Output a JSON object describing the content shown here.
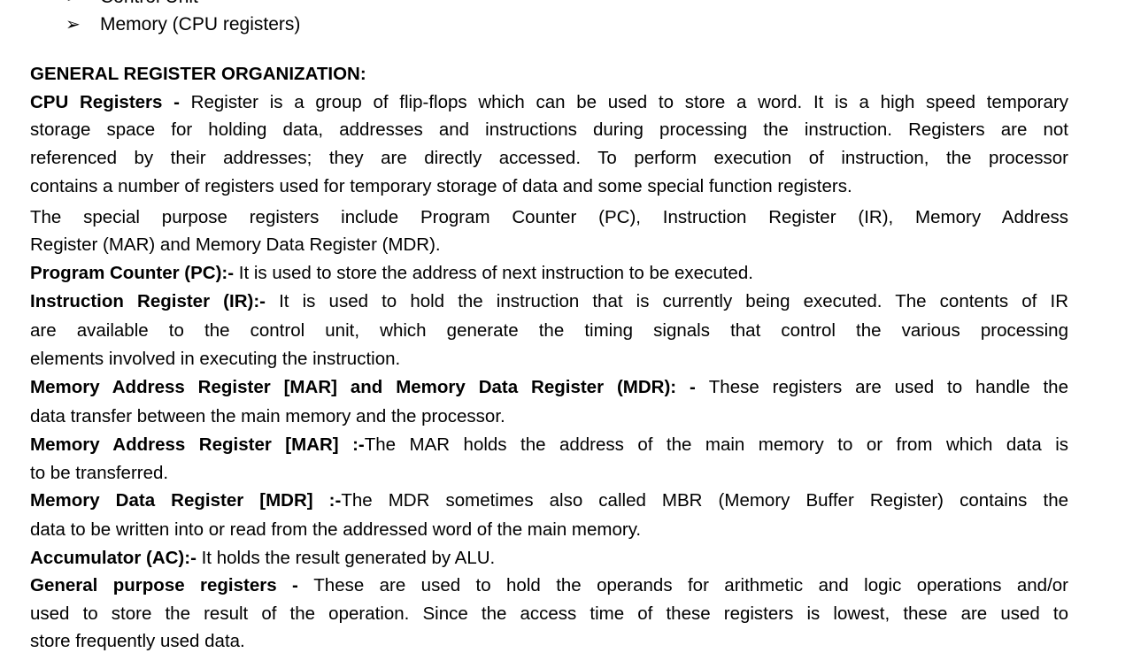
{
  "bullets": [
    {
      "icon": "arrowhead-bullet-icon",
      "text": "Control Unit"
    },
    {
      "icon": "arrowhead-bullet-icon",
      "text": "Memory (CPU registers)"
    }
  ],
  "lines": [
    {
      "b": "GENERAL REGISTER ORGANIZATION:",
      "t": "",
      "j": false
    },
    {
      "b": "CPU Registers - ",
      "t": "Register is a group of flip-flops which can be used to store a word. It is a high speed temporary",
      "j": true
    },
    {
      "b": "",
      "t": "storage space for holding data, addresses and instructions during processing the instruction. Registers are not",
      "j": true
    },
    {
      "b": "",
      "t": "referenced by their addresses; they are directly accessed. To perform execution of instruction, the processor",
      "j": true
    },
    {
      "b": "",
      "t": "contains a number of registers used for temporary storage of data and some special function registers.",
      "j": false
    },
    {
      "b": "",
      "t": "The special purpose registers include Program Counter (PC), Instruction Register (IR), Memory Address",
      "j": true
    },
    {
      "b": "",
      "t": "Register (MAR) and Memory Data Register (MDR).",
      "j": false
    },
    {
      "b": "Program Counter (PC):- ",
      "t": "It is used to store the address of next instruction to be executed.",
      "j": false
    },
    {
      "b": "Instruction Register (IR):- ",
      "t": "It is used to hold the instruction that is currently being executed. The contents of IR",
      "j": true
    },
    {
      "b": "",
      "t": "are available to the control unit, which generate the timing signals that control the various processing",
      "j": true
    },
    {
      "b": "",
      "t": "elements involved in executing the instruction.",
      "j": false
    },
    {
      "b": "Memory Address Register [MAR] and Memory Data Register (MDR): - ",
      "t": "These registers are used to handle the",
      "j": true
    },
    {
      "b": "",
      "t": "data transfer between the main memory and the processor.",
      "j": false
    },
    {
      "b": "Memory Address Register [MAR] :-",
      "t": "The MAR holds the address of the main memory to or from which data is",
      "j": true
    },
    {
      "b": "",
      "t": "to be transferred.",
      "j": false
    },
    {
      "b": "Memory Data Register [MDR] :-",
      "t": "The MDR sometimes also called MBR (Memory Buffer Register) contains the",
      "j": true
    },
    {
      "b": "",
      "t": "data to be written into or read from the addressed word of the main memory.",
      "j": false
    },
    {
      "b": "Accumulator (AC):- ",
      "t": "It holds the result generated by ALU.",
      "j": false
    },
    {
      "b": "General purpose registers - ",
      "t": "These are used to hold the operands for arithmetic and logic operations and/or",
      "j": true
    },
    {
      "b": "",
      "t": "used to store the result of the operation. Since the access time of these registers is lowest, these are used to",
      "j": true
    },
    {
      "b": "",
      "t": "store frequently used data.",
      "j": false
    }
  ]
}
